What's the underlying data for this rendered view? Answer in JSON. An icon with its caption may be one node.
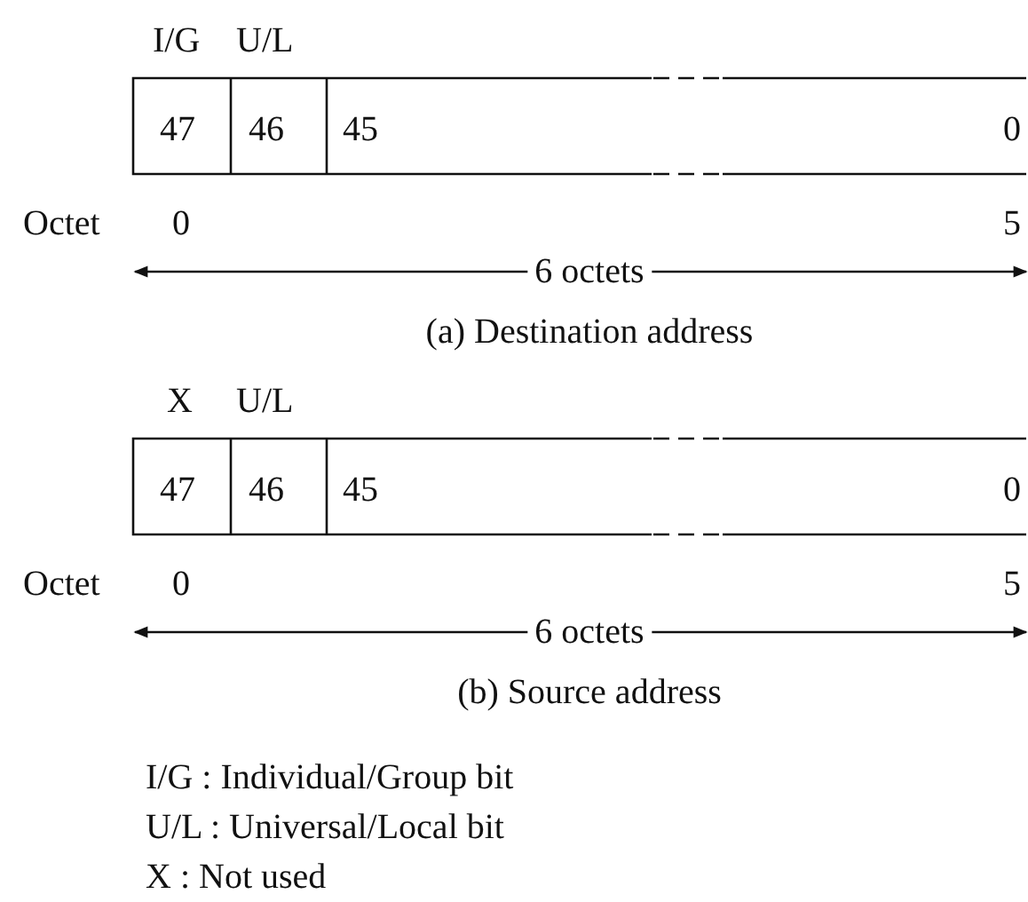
{
  "diagram": {
    "labels": [
      "I/G",
      "U/L",
      "47",
      "46",
      "45",
      "0",
      "Octet",
      "0",
      "5",
      "6 octets",
      "(a) Destination address",
      "X",
      "U/L",
      "47",
      "46",
      "45",
      "0",
      "Octet",
      "0",
      "5",
      "6 octets",
      "(b) Source address",
      "I/G : Individual/Group bit",
      "U/L : Universal/Local bit",
      "X : Not used"
    ]
  }
}
